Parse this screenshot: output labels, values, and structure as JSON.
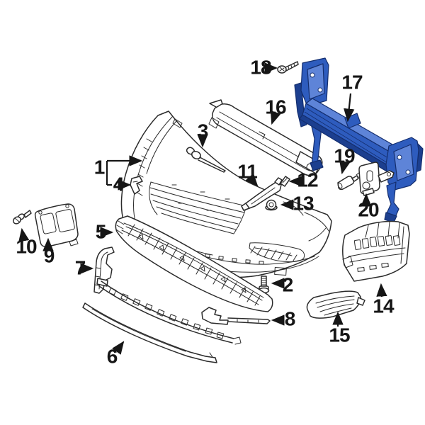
{
  "diagram": {
    "background": "#ffffff",
    "colors": {
      "line": "#2b2b2b",
      "label_text": "#161616",
      "highlight": "#2e5cbe",
      "highlight_dark": "#1c3f8f",
      "highlight_light": "#5e84d8",
      "highlight_stroke": "#142e6e"
    },
    "callouts": [
      {
        "id": "1",
        "label": "1"
      },
      {
        "id": "2",
        "label": "2"
      },
      {
        "id": "3",
        "label": "3"
      },
      {
        "id": "4",
        "label": "4"
      },
      {
        "id": "5",
        "label": "5"
      },
      {
        "id": "6",
        "label": "6"
      },
      {
        "id": "7",
        "label": "7"
      },
      {
        "id": "8",
        "label": "8"
      },
      {
        "id": "9",
        "label": "9"
      },
      {
        "id": "10",
        "label": "10"
      },
      {
        "id": "11",
        "label": "11"
      },
      {
        "id": "12",
        "label": "12"
      },
      {
        "id": "13",
        "label": "13"
      },
      {
        "id": "14",
        "label": "14"
      },
      {
        "id": "15",
        "label": "15"
      },
      {
        "id": "16",
        "label": "16"
      },
      {
        "id": "17",
        "label": "17"
      },
      {
        "id": "18",
        "label": "18"
      },
      {
        "id": "19",
        "label": "19"
      },
      {
        "id": "20",
        "label": "20"
      }
    ]
  }
}
